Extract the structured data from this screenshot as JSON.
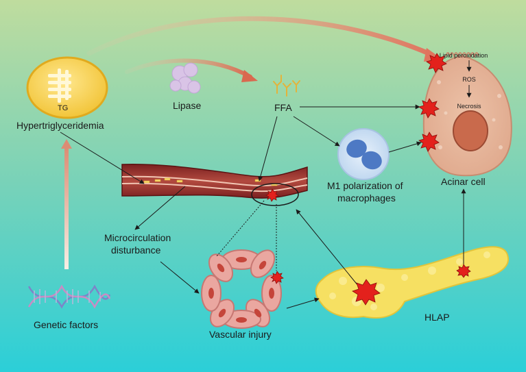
{
  "labels": {
    "tg": "TG",
    "hypertriglyceridemia": "Hypertriglyceridemia",
    "lipase": "Lipase",
    "ffa": "FFA",
    "lipid_peroxidation": "Lipid peroxidation",
    "ros": "ROS",
    "necrosis": "Necrosis",
    "acinar_cell": "Acinar cell",
    "m1_line1": "M1 polarization of",
    "m1_line2": "macrophages",
    "micro_line1": "Microcirculation",
    "micro_line2": "disturbance",
    "vascular_injury": "Vascular injury",
    "genetic_factors": "Genetic factors",
    "hlap": "HLAP"
  },
  "colors": {
    "background_top": "#b7d9a1",
    "background_bottom": "#2fd0d6",
    "damage_star": "#e3211c",
    "pancreas": "#f5df5a",
    "acinar": "#e7b89f",
    "vessel": "#8b2b2b",
    "macrophage": "#7fa6e0"
  },
  "icons": {
    "tg_droplet": "lipid-droplet-icon",
    "lipase": "lipase-molecule-icon",
    "ffa": "fatty-acid-icon",
    "dna": "dna-helix-icon",
    "damage": "damage-star-icon"
  }
}
